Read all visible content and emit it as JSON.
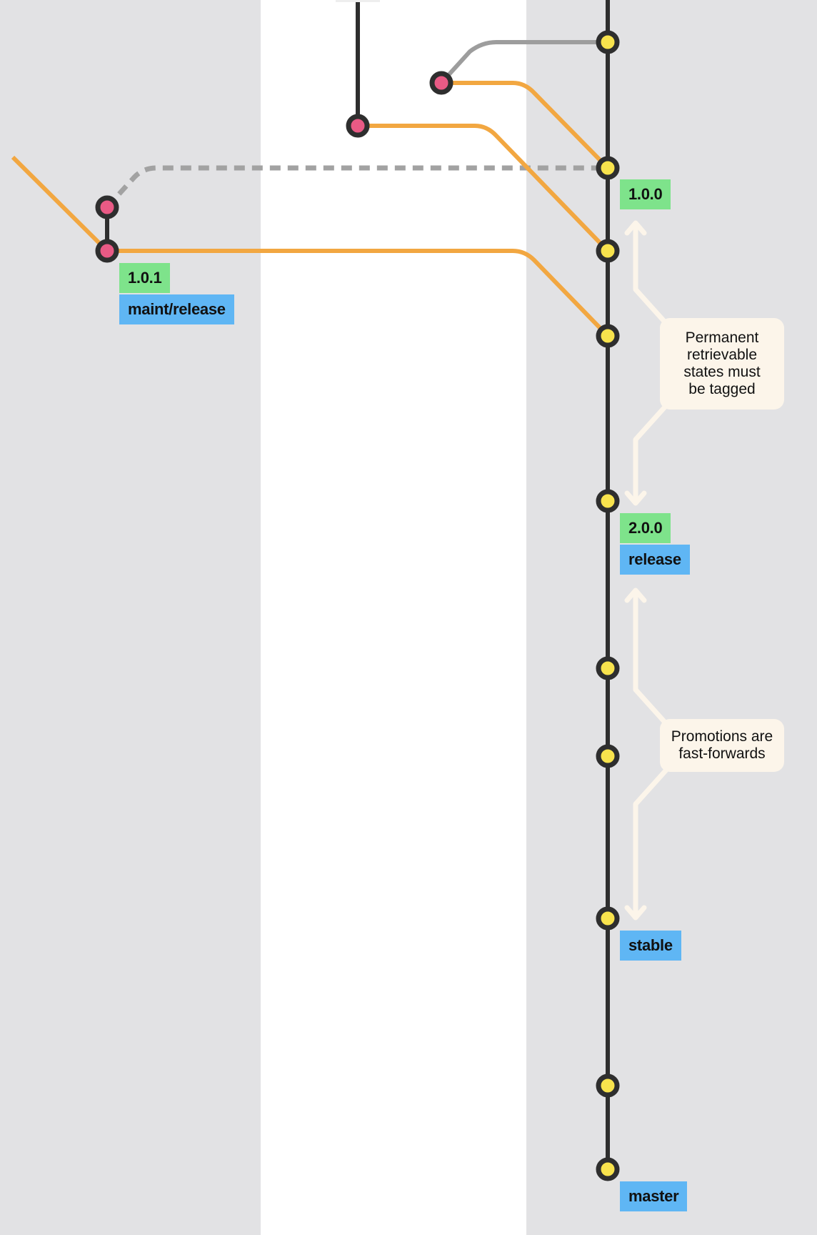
{
  "tags": {
    "tag_100": "1.0.0",
    "tag_101": "1.0.1",
    "tag_200": "2.0.0"
  },
  "branches": {
    "maint_release": "maint/release",
    "release": "release",
    "stable": "stable",
    "master": "master"
  },
  "notes": {
    "tagged": [
      "Permanent",
      "retrievable",
      "states must",
      "be tagged"
    ],
    "fast_forward": [
      "Promotions are",
      "fast-forwards"
    ]
  },
  "colors": {
    "lane_light": "#ffffff",
    "lane_dark": "#e2e2e4",
    "trunk": "#2e2e2e",
    "branch_orange": "#f2a741",
    "branch_gray": "#9d9d9d",
    "commit_main": "#f8e34d",
    "commit_side": "#e95a85",
    "tag_label": "#7ee38b",
    "branch_label": "#5fb6f4",
    "note_bg": "#fcf5ea"
  }
}
